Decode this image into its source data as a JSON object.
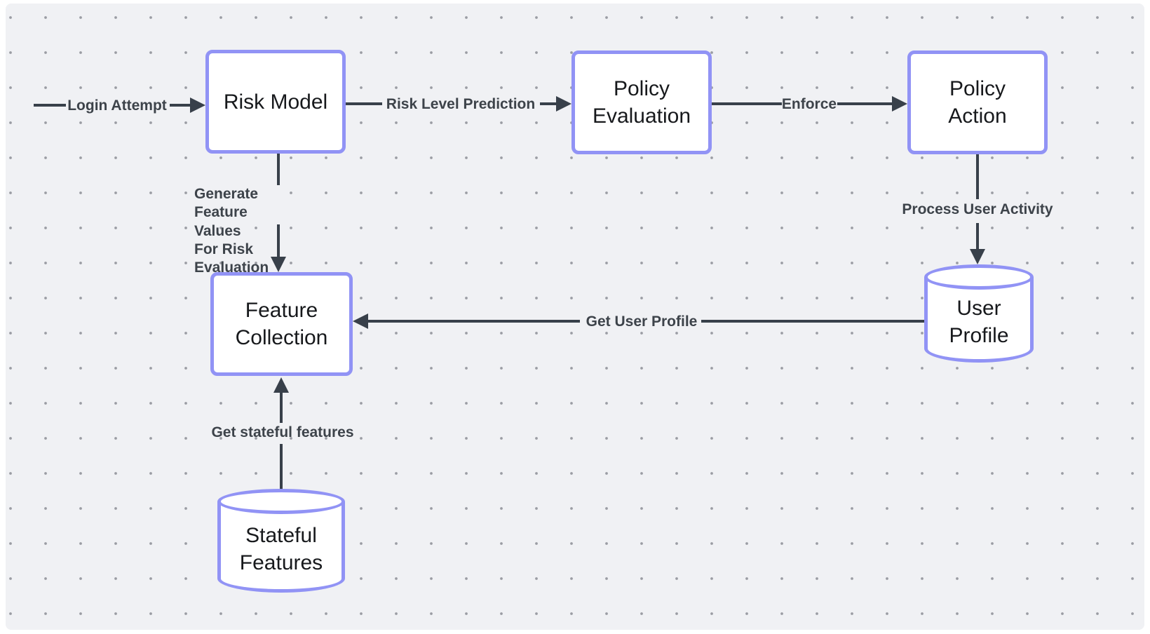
{
  "colors": {
    "canvas_background": "#f0f1f4",
    "dot_grid": "#9a9ca3",
    "node_border": "#9193f5",
    "node_fill": "#ffffff",
    "edge_line": "#38404a",
    "edge_label_text": "#3d434a",
    "node_label_text": "#17191c"
  },
  "nodes": {
    "risk_model": {
      "label": "Risk Model",
      "shape": "process-box"
    },
    "policy_evaluation": {
      "label": "Policy Evaluation",
      "shape": "process-box"
    },
    "policy_action": {
      "label": "Policy Action",
      "shape": "process-box"
    },
    "feature_collection": {
      "label": "Feature Collection",
      "shape": "process-box"
    },
    "user_profile": {
      "label": "User Profile",
      "shape": "database-cylinder"
    },
    "stateful_features": {
      "label": "Stateful Features",
      "shape": "database-cylinder"
    }
  },
  "edges": {
    "login_attempt": {
      "label": "Login Attempt",
      "from": "external",
      "to": "risk_model"
    },
    "risk_level_prediction": {
      "label": "Risk Level Prediction",
      "from": "risk_model",
      "to": "policy_evaluation"
    },
    "enforce": {
      "label": "Enforce",
      "from": "policy_evaluation",
      "to": "policy_action"
    },
    "generate_feature_values": {
      "label": "Generate Feature Values\nFor Risk Evaluation",
      "from": "risk_model",
      "to": "feature_collection"
    },
    "process_user_activity": {
      "label": "Process User Activity",
      "from": "policy_action",
      "to": "user_profile"
    },
    "get_user_profile": {
      "label": "Get User Profile",
      "from": "user_profile",
      "to": "feature_collection"
    },
    "get_stateful_features": {
      "label": "Get stateful features",
      "from": "stateful_features",
      "to": "feature_collection"
    }
  }
}
